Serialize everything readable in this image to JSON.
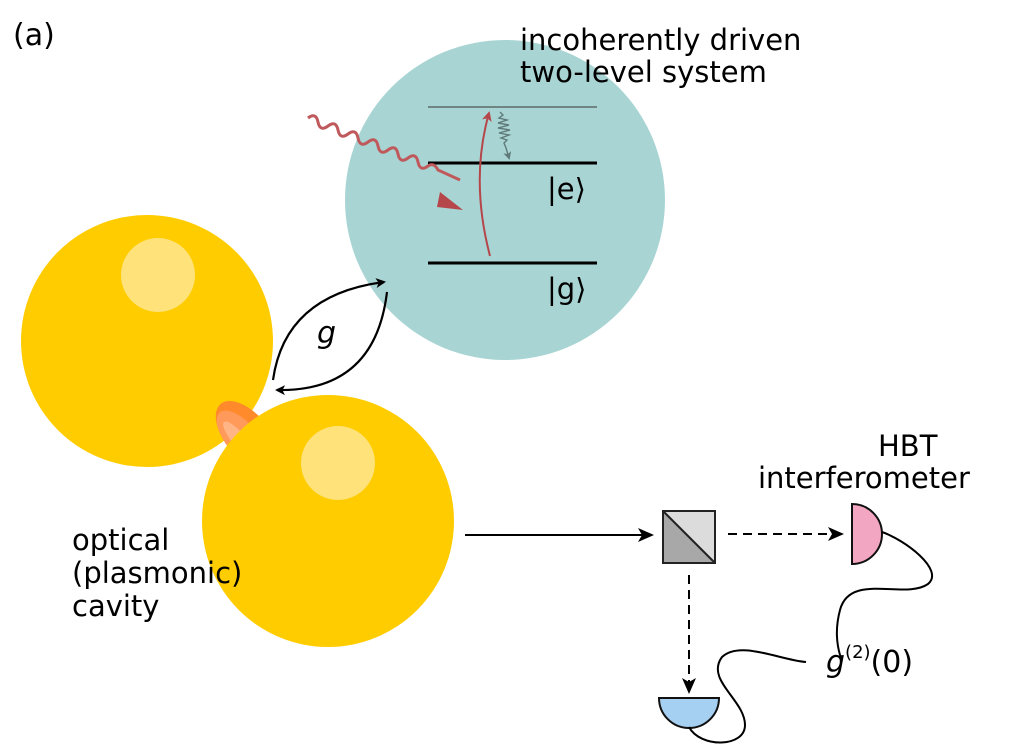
{
  "panel_label": "(a)",
  "two_level_system": {
    "title_line1": "incoherently driven",
    "title_line2": "two-level system",
    "excited_state": "|e⟩",
    "ground_state": "|g⟩",
    "color": "#a8d4d3"
  },
  "coupling": {
    "symbol": "g"
  },
  "cavity": {
    "label_line1": "optical",
    "label_line2": "(plasmonic)",
    "label_line3": "cavity",
    "sphere_color": "#ffcc00",
    "highlight_color": "#ffe27a",
    "hotspot_color": "#ff8a2b"
  },
  "hbt": {
    "title_line1": "HBT",
    "title_line2": "interferometer",
    "detector1_color": "#f2a6c2",
    "detector2_color": "#a6d0f2",
    "correlation_symbol": "g",
    "correlation_superscript": "(2)",
    "correlation_arg": "(0)"
  },
  "colors": {
    "pump_arrow": "#b5474b",
    "decay_wave": "#5f7a78"
  }
}
